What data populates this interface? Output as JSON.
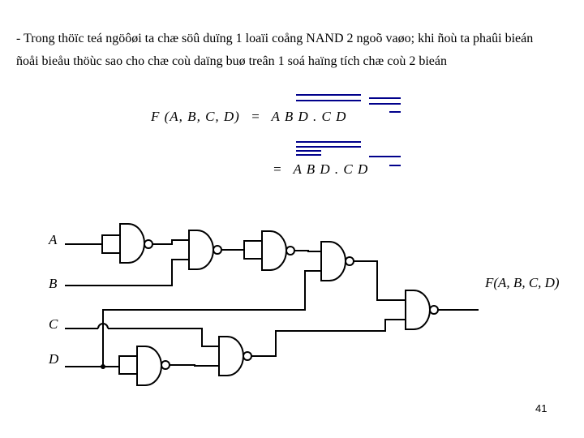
{
  "intro": {
    "line1": "- Trong thöïc teá ngöôøi ta chæ söû duïng 1 loaïi coång NAND 2 ngoõ vaøo; khi ñoù ta phaûi bieán",
    "line2": "ñoåi bieåu thöùc sao cho chæ coù daïng buø treân 1 soá haïng tích chæ coù 2 bieán"
  },
  "equation": {
    "line1_lhs": "F (A, B, C, D)",
    "line1_eq": "=",
    "line1_rhs": "A B D  .  C D",
    "line2_eq": "=",
    "line2_rhs": "A B D  .  C D"
  },
  "inputs": {
    "a": "A",
    "b": "B",
    "c": "C",
    "d": "D"
  },
  "output_label": "F(A, B, C, D)",
  "page_number": "41"
}
